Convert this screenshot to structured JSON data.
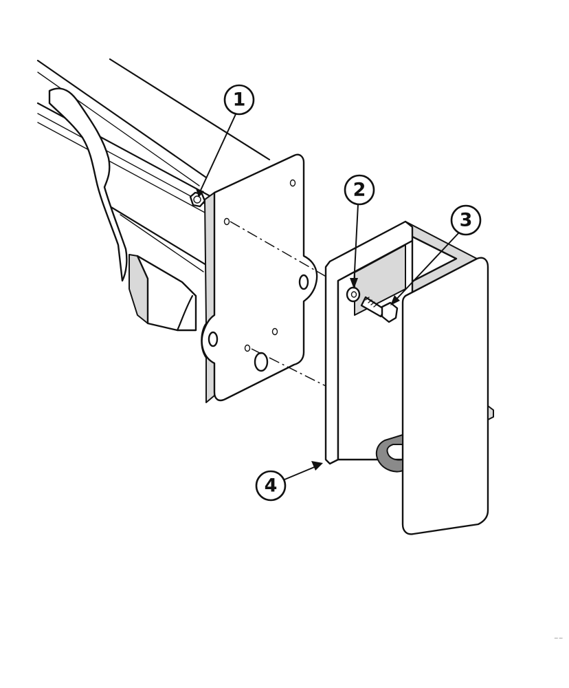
{
  "figure": {
    "callouts": [
      {
        "id": "callout-1",
        "label": "1"
      },
      {
        "id": "callout-2",
        "label": "2"
      },
      {
        "id": "callout-3",
        "label": "3"
      },
      {
        "id": "callout-4",
        "label": "4"
      }
    ],
    "corner_mark": "~~"
  }
}
